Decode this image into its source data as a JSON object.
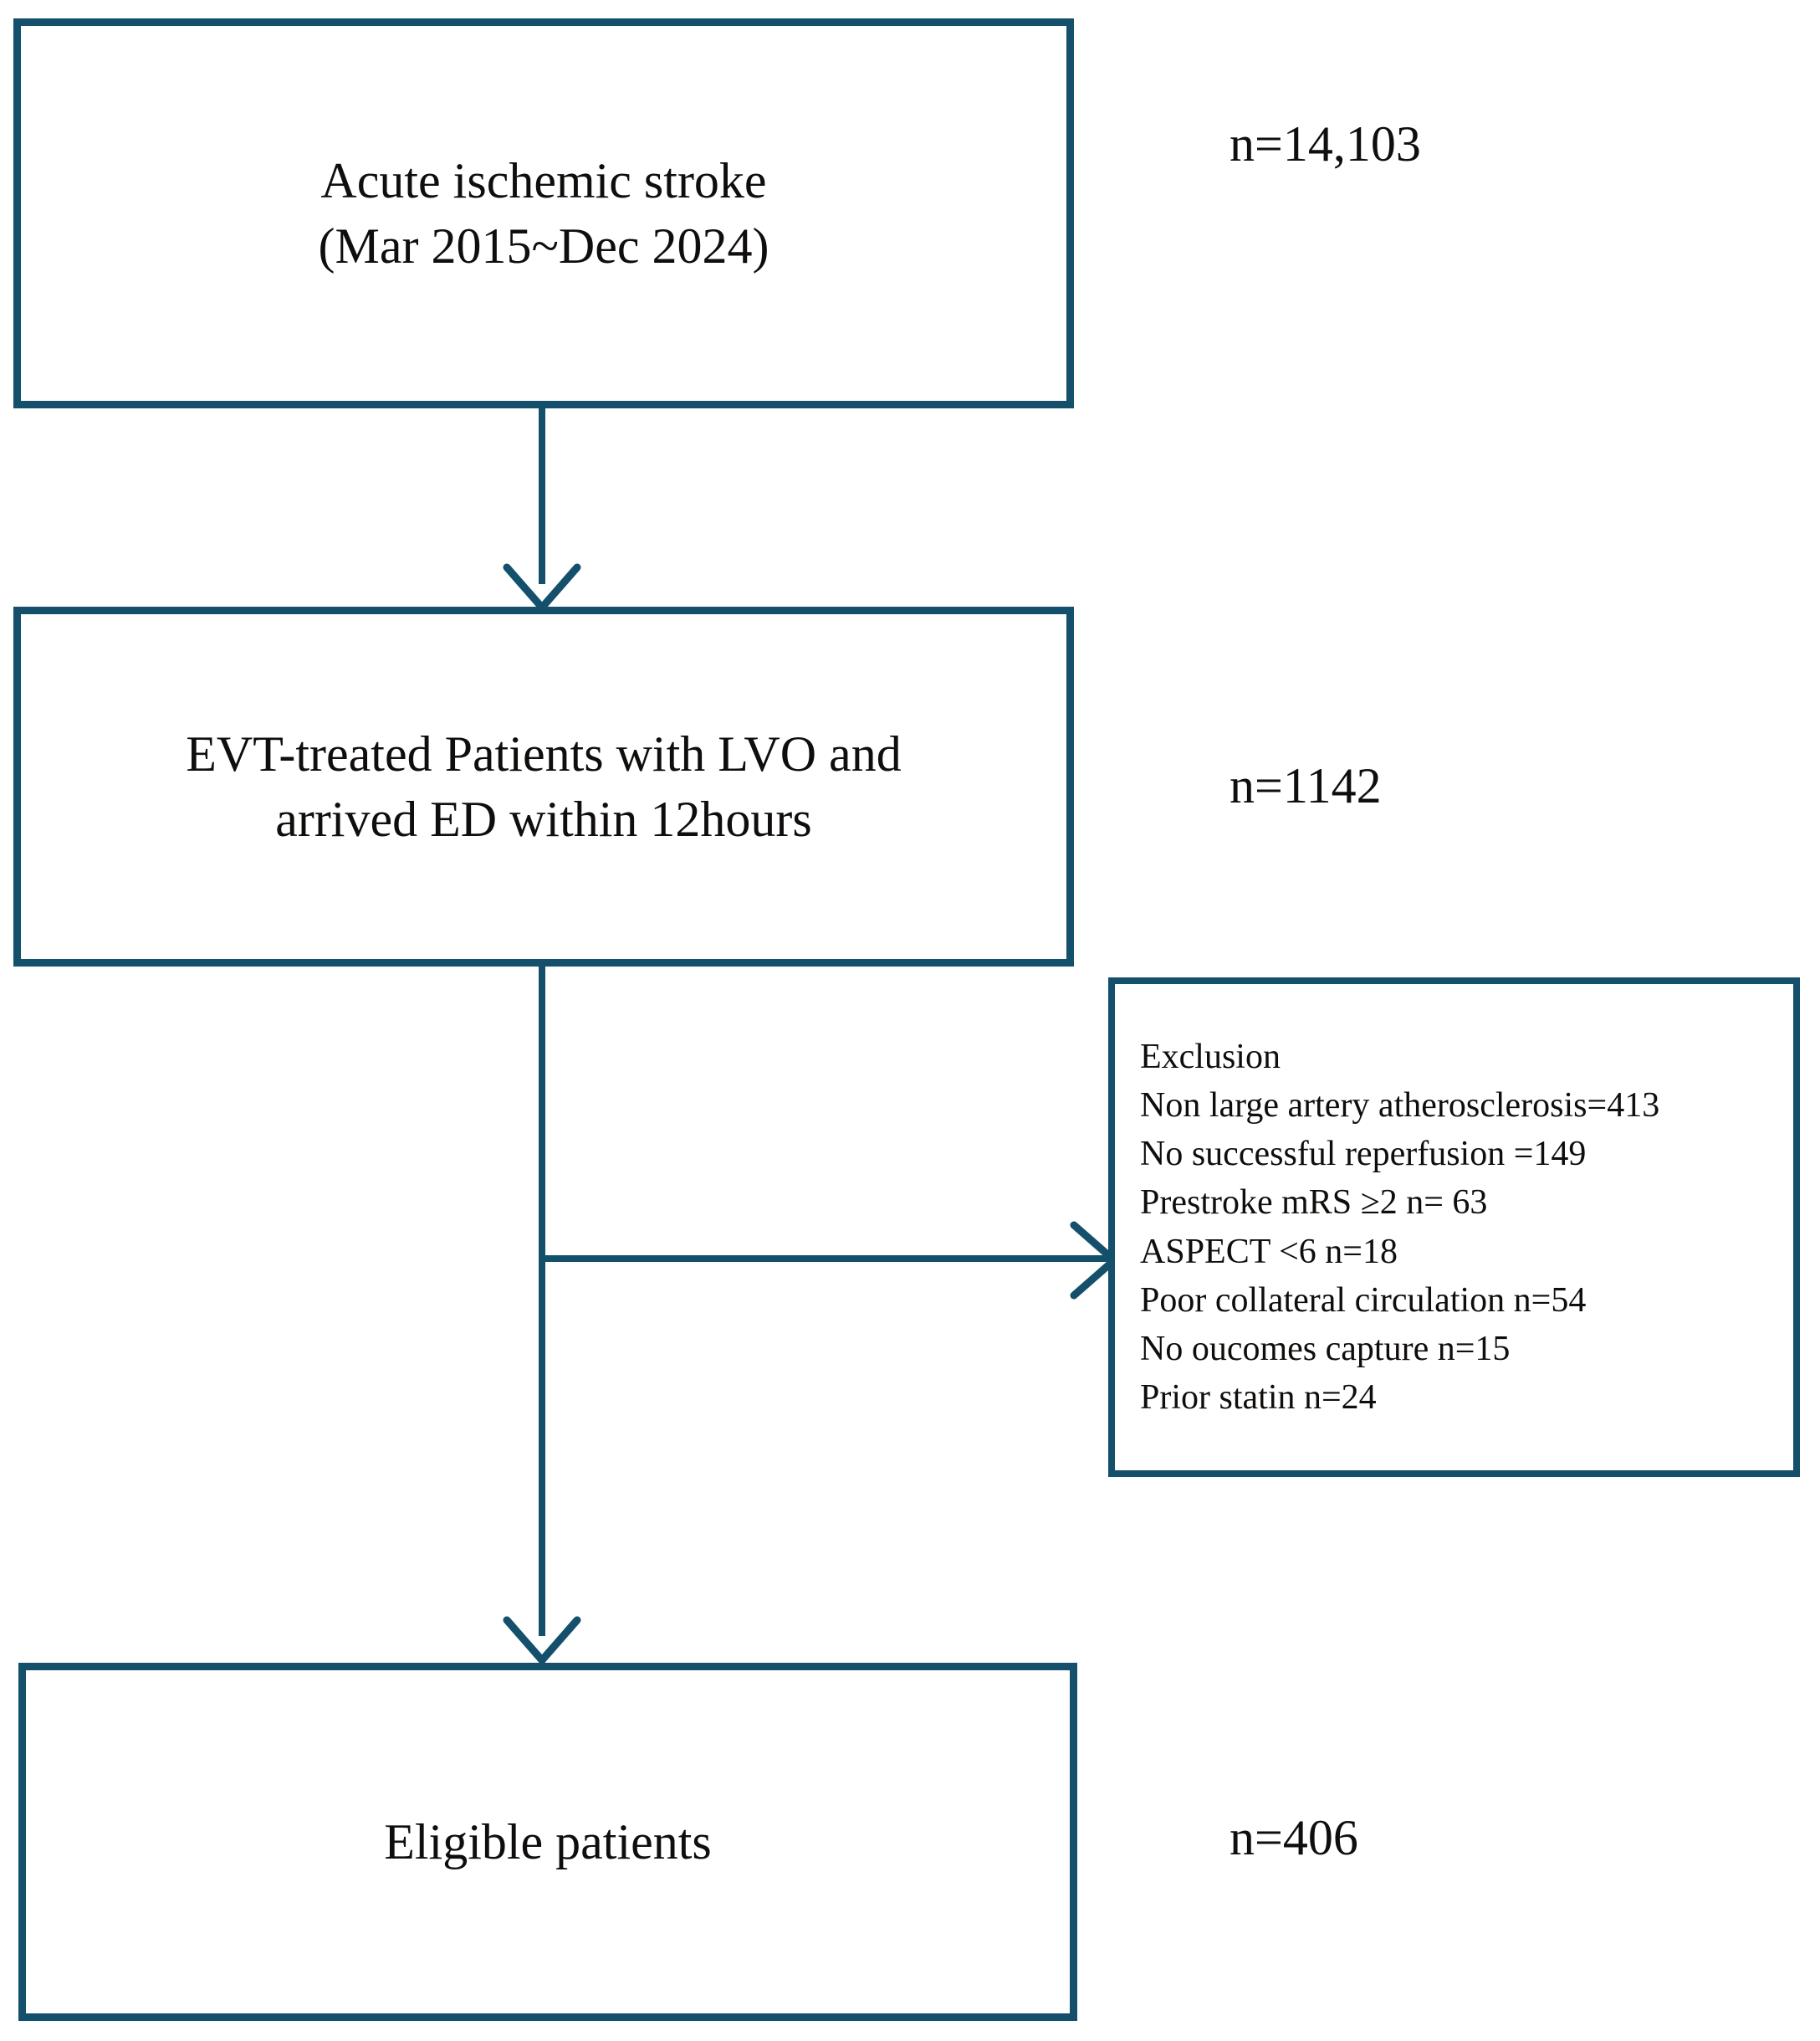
{
  "diagram": {
    "type": "patient-selection-flowchart",
    "border_color": "#14506B",
    "text_color": "#100E0C",
    "background": "#ffffff",
    "nodes": [
      {
        "id": "screened",
        "text": "Acute ischemic stroke\n(Mar 2015~Dec 2024)",
        "count": "n=14,103"
      },
      {
        "id": "criteria",
        "text": "EVT-treated Patients with LVO  and\narrived ED within 12hours",
        "count": "n=1142"
      },
      {
        "id": "final",
        "text": "Eligible patients",
        "count": "n=406"
      }
    ],
    "exclusion": {
      "title": "Exclusion",
      "lines": [
        "Exclusion",
        "Non large artery atherosclerosis=413",
        "No successful reperfusion =149",
        "Prestroke mRS ≥2 n= 63",
        "ASPECT <6 n=18",
        "Poor collateral circulation n=54",
        "No oucomes capture n=15",
        "Prior statin n=24"
      ]
    },
    "connectors": [
      {
        "id": "screened-to-criteria",
        "direction": "down"
      },
      {
        "id": "criteria-to-exclusion",
        "direction": "right"
      },
      {
        "id": "criteria-to-final",
        "direction": "down"
      }
    ]
  }
}
